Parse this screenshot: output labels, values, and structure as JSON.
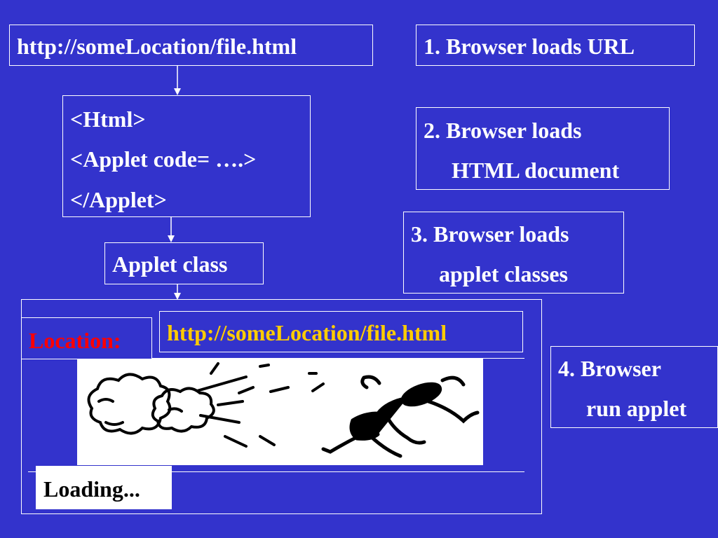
{
  "diagram": {
    "url_box": "http://someLocation/file.html",
    "html_lines": [
      "<Html>",
      "<Applet code= ….>",
      "</Applet>"
    ],
    "applet_class": "Applet class",
    "browser": {
      "location_label": "Location:",
      "location_url": "http://someLocation/file.html",
      "status": "Loading..."
    }
  },
  "steps": [
    {
      "line1": "1. Browser loads URL"
    },
    {
      "line1": "2. Browser loads",
      "line2": "HTML document"
    },
    {
      "line1": "3. Browser loads",
      "line2": "applet classes"
    },
    {
      "line1": "4. Browser",
      "line2": "run applet"
    }
  ],
  "colors": {
    "background": "#3333cc",
    "location_label": "#ff0000",
    "location_url": "#ffcc00",
    "applet_text": "#000000"
  }
}
